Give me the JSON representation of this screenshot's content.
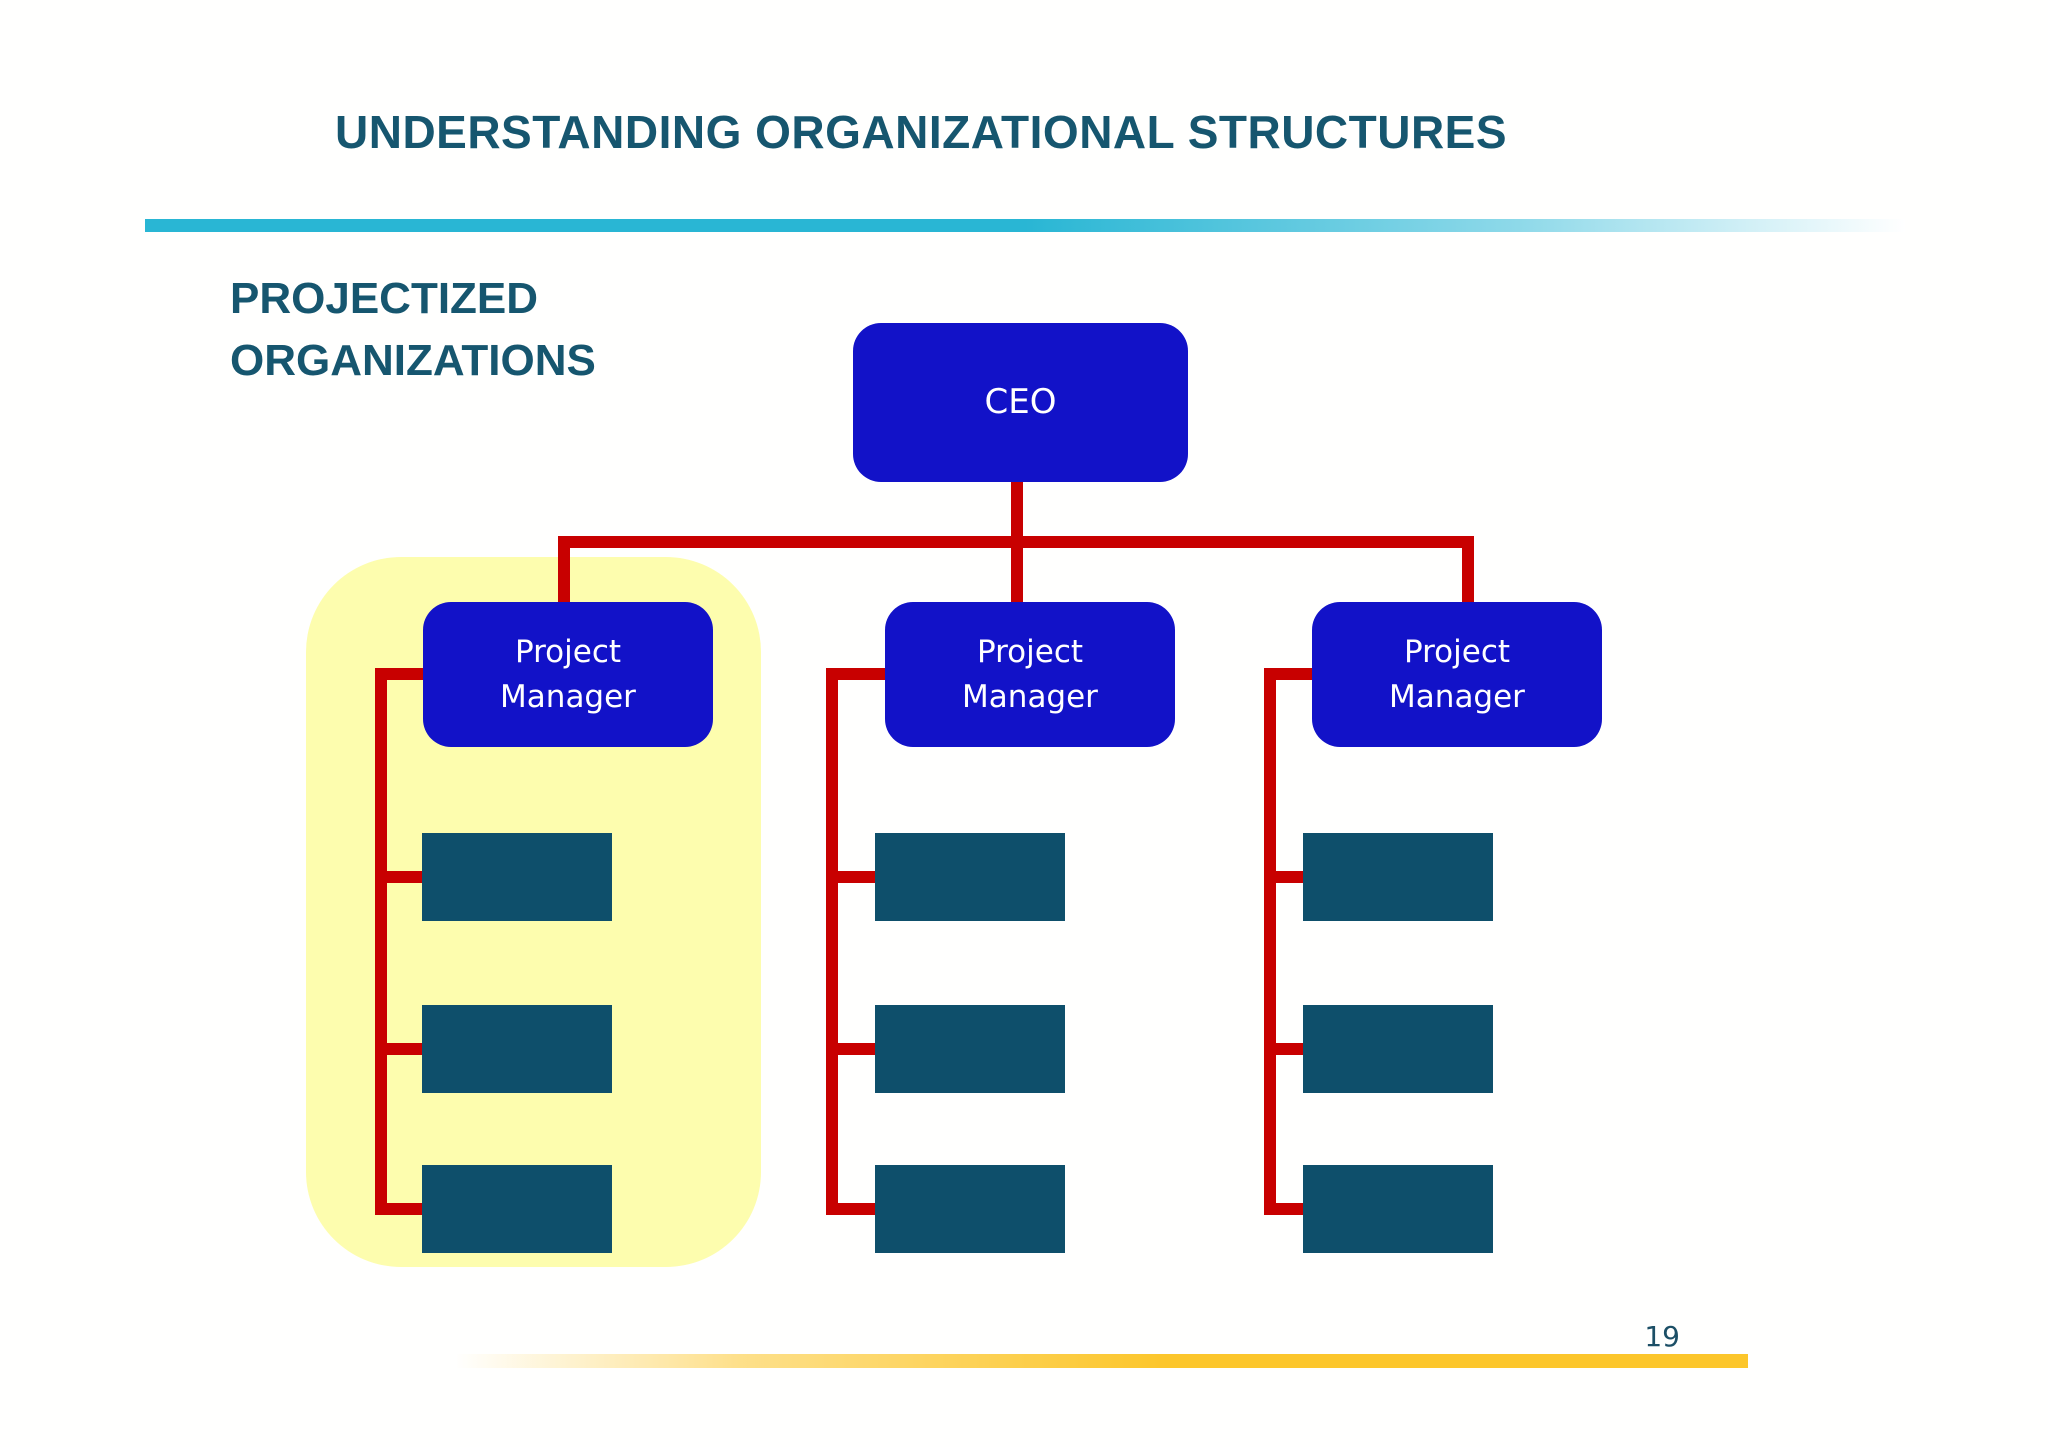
{
  "slide": {
    "title": "UNDERSTANDING ORGANIZATIONAL STRUCTURES",
    "section_heading": {
      "line1": "PROJECTIZED",
      "line2": "ORGANIZATIONS"
    },
    "page_number": "19"
  },
  "org_chart": {
    "type": "org-hierarchy",
    "root": {
      "label": "CEO"
    },
    "managers": [
      {
        "label_line1": "Project",
        "label_line2": "Manager",
        "highlighted": true,
        "staff_boxes": 3
      },
      {
        "label_line1": "Project",
        "label_line2": "Manager",
        "highlighted": false,
        "staff_boxes": 3
      },
      {
        "label_line1": "Project",
        "label_line2": "Manager",
        "highlighted": false,
        "staff_boxes": 3
      }
    ]
  },
  "colors": {
    "heading_teal": "#16566f",
    "node_blue": "#1212c8",
    "staff_teal": "#0e4f6b",
    "connector_red": "#c80000",
    "highlight_yellow": "#fdfdae",
    "top_rule_teal": "#29b6d4",
    "bottom_rule_gold": "#fcc62b",
    "node_text": "#ffffff"
  }
}
